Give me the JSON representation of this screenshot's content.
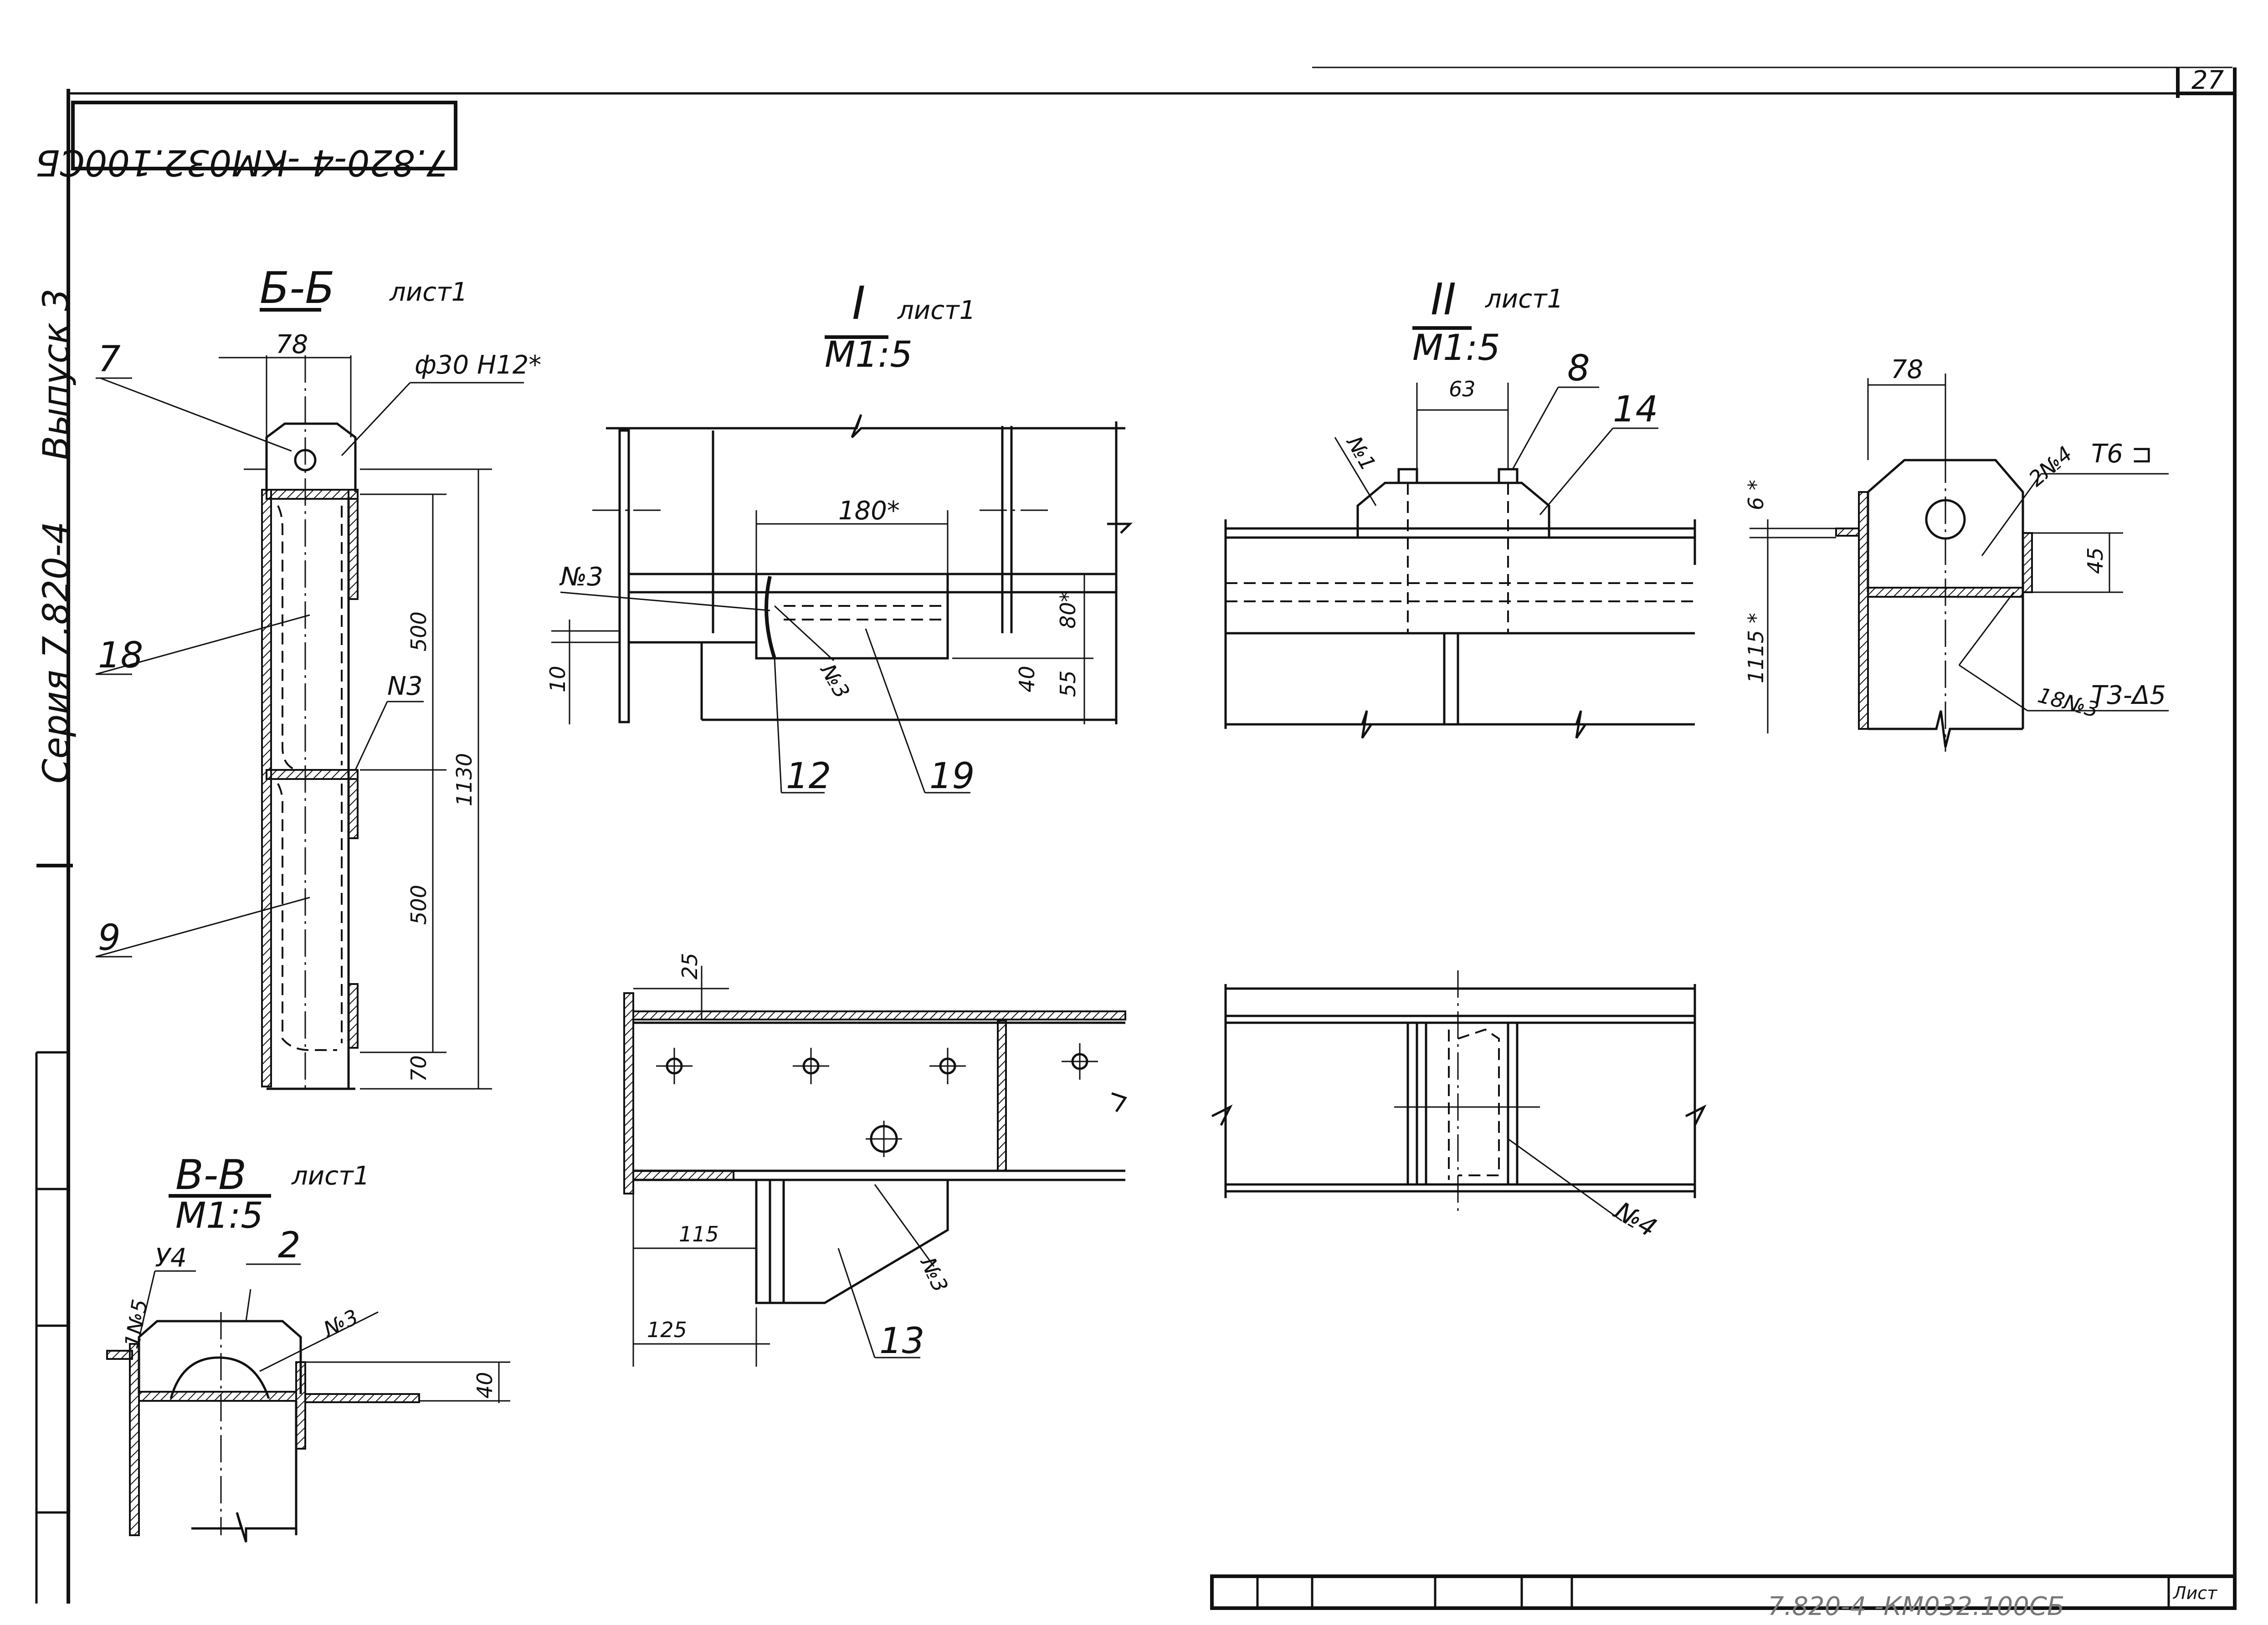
{
  "sheet": {
    "doc_code": "7.820-4 -КМ032.100СБ",
    "page_number": "27",
    "series": "Серия 7.820-4",
    "issue": "Выпуск 3",
    "stamp_sheet_label": "Лист",
    "stamp_code_partial": "7.820-4 -КМ032.100СБ"
  },
  "views": {
    "bb": {
      "title": "Б-Б",
      "sheet_ref": "лист1",
      "dims": {
        "w78": "78",
        "hole": "ф30 Н12*",
        "d500a": "500",
        "d500b": "500",
        "d1130": "1130",
        "d70": "70"
      },
      "callouts": {
        "c7": "7",
        "c18": "18",
        "c9": "9",
        "n3": "N3"
      }
    },
    "vv": {
      "title": "В-В",
      "sheet_ref": "лист1",
      "scale": "М1:5",
      "labels": {
        "c2": "2",
        "y4": "У4",
        "n5": "1№5",
        "n3": "№3",
        "d40": "40"
      }
    },
    "v1": {
      "title": "I",
      "sheet_ref": "лист1",
      "scale": "М1:5",
      "dims": {
        "d180": "180*",
        "d80": "80*",
        "d40": "40",
        "d55": "55",
        "d10": "10"
      },
      "labels": {
        "n3a": "№3",
        "n3b": "№3",
        "c12": "12",
        "c19": "19"
      }
    },
    "v2": {
      "title": "II",
      "sheet_ref": "лист1",
      "scale": "М1:5",
      "dims": {
        "d63": "63"
      },
      "labels": {
        "c8": "8",
        "c14": "14",
        "n1": "№1"
      }
    },
    "side": {
      "dims": {
        "w78": "78",
        "d6": "6 *",
        "d45": "45",
        "d1115": "1115 *"
      },
      "labels": {
        "n4": "2№4",
        "t6": "Т6 ⊐",
        "n3": "18№3",
        "t3": "Т3-Δ5"
      }
    },
    "lower": {
      "dims": {
        "d25": "25",
        "d115": "115",
        "d125": "125"
      },
      "labels": {
        "n3": "№3",
        "c13": "13"
      }
    },
    "plan": {
      "labels": {
        "n4": "№4"
      }
    }
  }
}
